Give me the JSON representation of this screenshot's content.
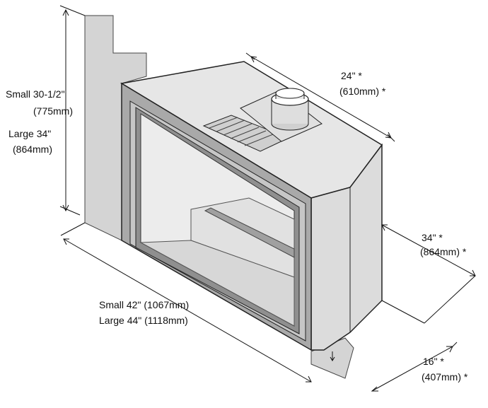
{
  "height_dimension": {
    "small_label": "Small 30-1/2\"",
    "small_metric": "(775mm)",
    "large_label": "Large 34\"",
    "large_metric": "(864mm)"
  },
  "width_dimension": {
    "small_label": "Small 42\"  (1067mm)",
    "large_label": "Large 44\" (1118mm)"
  },
  "top_depth_dimension": {
    "imperial": "24\"  *",
    "metric": "(610mm) *"
  },
  "side_depth_dimension": {
    "imperial": "34\" *",
    "metric": "(864mm) *"
  },
  "bottom_depth_dimension": {
    "imperial": "16\" *",
    "metric": "(407mm) *"
  },
  "colors": {
    "wall": "#d4d4d4",
    "fireplace_body": "#e2e2e2",
    "frame": "#9a9a9a",
    "line": "#111111"
  }
}
